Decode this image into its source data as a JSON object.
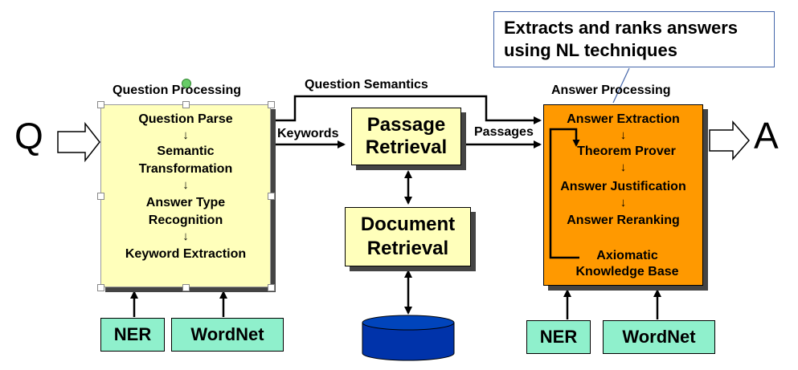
{
  "callout": {
    "line1": "Extracts and ranks answers",
    "line2": "using NL techniques"
  },
  "io": {
    "input": "Q",
    "output": "A"
  },
  "labels": {
    "question_semantics": "Question Semantics",
    "keywords": "Keywords",
    "passages": "Passages"
  },
  "question_processing": {
    "title": "Question Processing",
    "steps": [
      "Question Parse",
      "Semantic",
      "Transformation",
      "Answer Type",
      "Recognition",
      "Keyword Extraction"
    ]
  },
  "passage_retrieval": {
    "line1": "Passage",
    "line2": "Retrieval"
  },
  "document_retrieval": {
    "line1": "Document",
    "line2": "Retrieval"
  },
  "answer_processing": {
    "title": "Answer Processing",
    "steps": [
      "Answer Extraction",
      "Theorem Prover",
      "Answer Justification",
      "Answer Reranking",
      "Axiomatic",
      "Knowledge Base"
    ]
  },
  "resources": {
    "left_ner": "NER",
    "left_wordnet": "WordNet",
    "right_ner": "NER",
    "right_wordnet": "WordNet"
  },
  "colors": {
    "qp_fill": "#ffffbb",
    "ap_fill": "#ff9900",
    "resource_fill": "#8ff0cc",
    "database_fill": "#0033aa",
    "callout_border": "#4466aa"
  }
}
